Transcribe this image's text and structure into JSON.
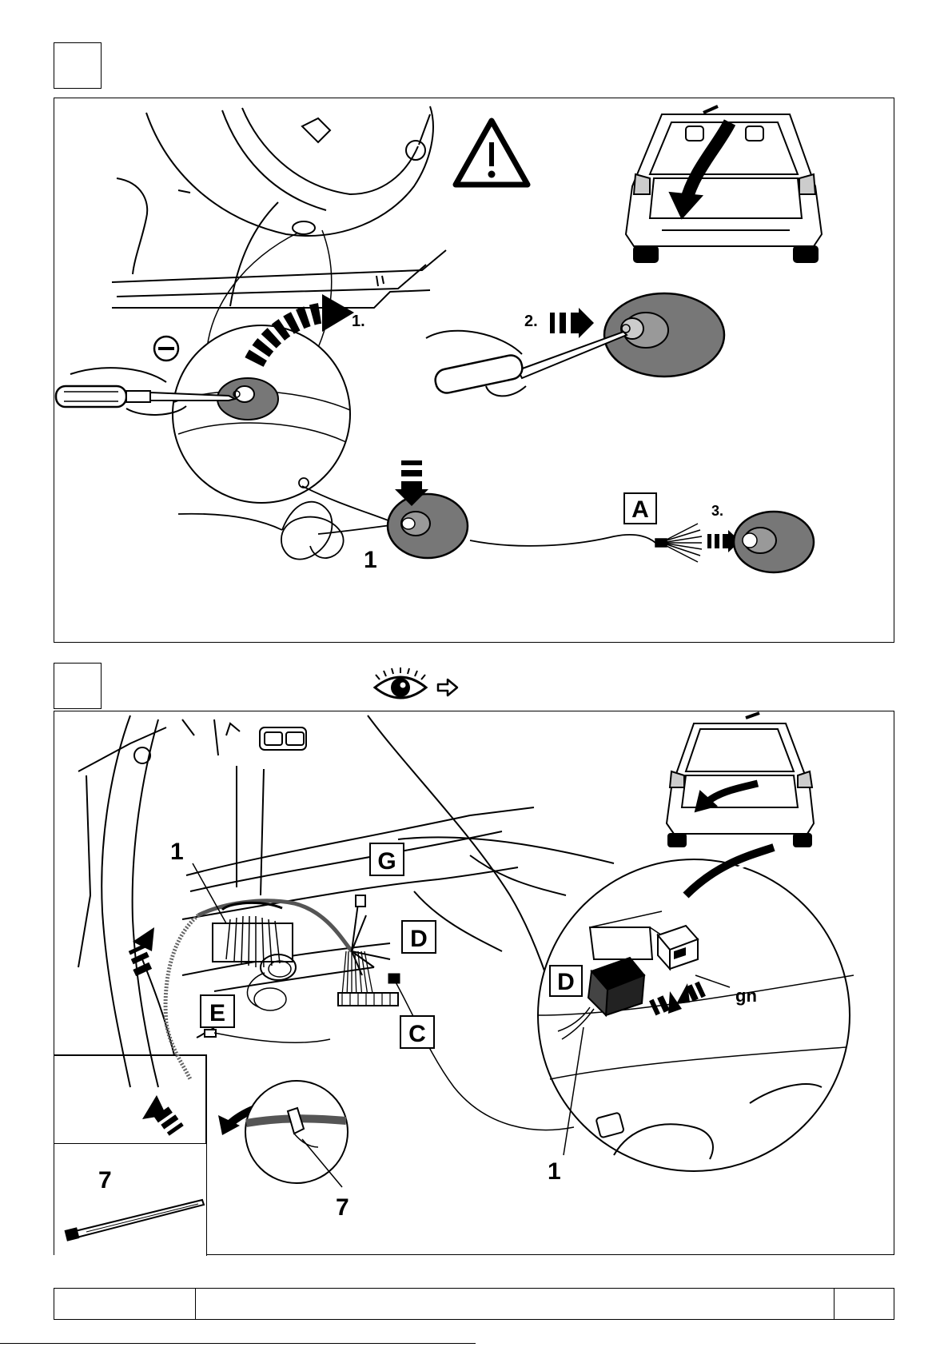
{
  "panel1": {
    "step_number": "",
    "steps": [
      "1.",
      "2.",
      "3."
    ],
    "callout_A": "A",
    "part_label": "1"
  },
  "panel2": {
    "step_number": "",
    "callouts": [
      "G",
      "D",
      "C",
      "E"
    ],
    "part_labels": [
      "1",
      "1",
      "7",
      "7"
    ],
    "wire_color": "gn"
  },
  "inset": {
    "label": "7"
  },
  "footer": {
    "left": "",
    "center": "",
    "right": ""
  },
  "icons": [
    "warning-triangle-icon",
    "eye-icon",
    "arrow-right-outline-icon",
    "flat-screwdriver-icon"
  ],
  "colors": {
    "ink": "#000000",
    "fill_gray": "#777777",
    "paper": "#ffffff"
  }
}
